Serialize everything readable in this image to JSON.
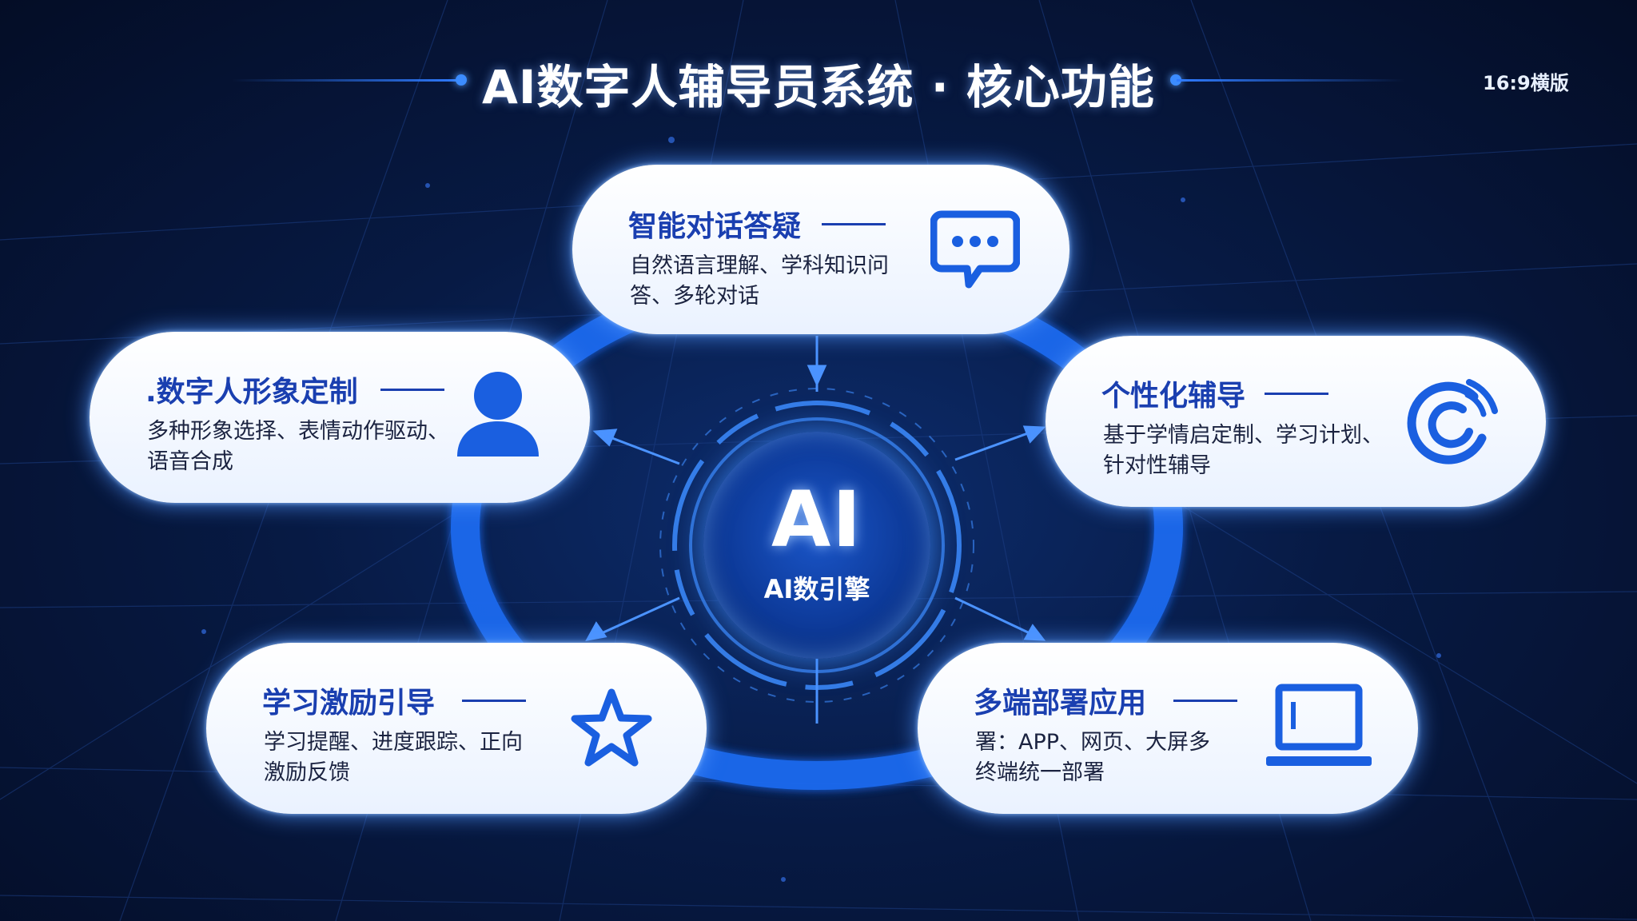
{
  "header": {
    "title": "AI数字人辅导员系统 · 核心功能",
    "aspect_label": "16:9横版"
  },
  "core": {
    "label": "AI",
    "sublabel": "AI数引擎"
  },
  "features": {
    "top": {
      "title": "智能对话答疑",
      "desc_line1": "自然语言理解、学科知识问",
      "desc_line2": "答、多轮对话",
      "icon": "chat-bubble-icon"
    },
    "left": {
      "title": ".数字人形象定制",
      "desc_line1": "多种形象选择、表情动作驱动、",
      "desc_line2": "语音合成",
      "icon": "user-icon"
    },
    "right": {
      "title": "个性化辅导",
      "desc_line1": "基于学情启定制、学习计划、",
      "desc_line2": "针对性辅导",
      "icon": "signal-icon"
    },
    "bottom_left": {
      "title": "学习激励引导",
      "desc_line1": "学习提醒、进度跟踪、正向",
      "desc_line2": "激励反馈",
      "icon": "star-icon"
    },
    "bottom_right": {
      "title": "多端部署应用",
      "desc_line1": "署：APP、网页、大屏多",
      "desc_line2": "终端统一部署",
      "icon": "laptop-icon"
    }
  },
  "colors": {
    "accent": "#2f7bff",
    "card_title": "#1a3fb0",
    "background": "#071a44"
  }
}
